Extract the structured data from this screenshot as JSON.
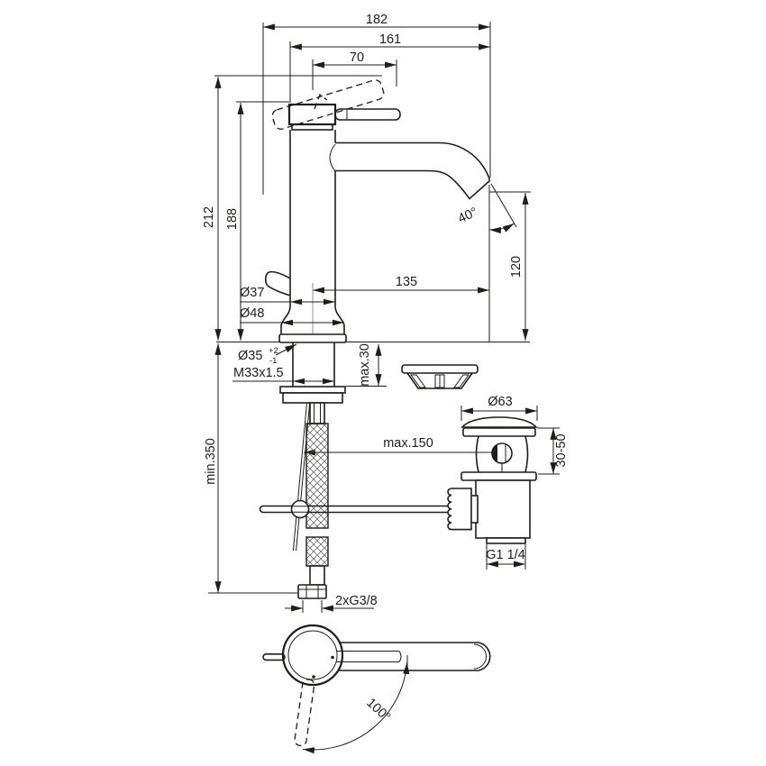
{
  "drawing": {
    "type": "technical-dimension-drawing",
    "subject": "single-lever basin mixer tap with pop-up waste",
    "line_color": "#1d1d1b",
    "background": "#ffffff",
    "front_view": {
      "overall_depth": "182",
      "spout_depth": "161",
      "handle_depth": "70",
      "overall_height": "212",
      "height_to_body_top": "188",
      "spout_reach": "135",
      "spout_outlet_height": "120",
      "outlet_angle": "40°",
      "body_diameter": "Ø37",
      "base_diameter": "Ø48",
      "mounting_hole_diameter": "Ø35",
      "mounting_hole_tolerance_plus": "+2",
      "mounting_hole_tolerance_minus": "-1",
      "shank_thread": "M33x1.5",
      "max_deck_thickness": "max.30",
      "min_hose_length": "min.350",
      "supply_hose_thread": "2xG3/8",
      "popup_rod_length": "max.150"
    },
    "waste_valve": {
      "flange_diameter": "Ø63",
      "mounting_range": "30-50",
      "outlet_thread": "G1 1/4"
    },
    "top_view": {
      "handle_swivel_angle": "100°"
    }
  }
}
